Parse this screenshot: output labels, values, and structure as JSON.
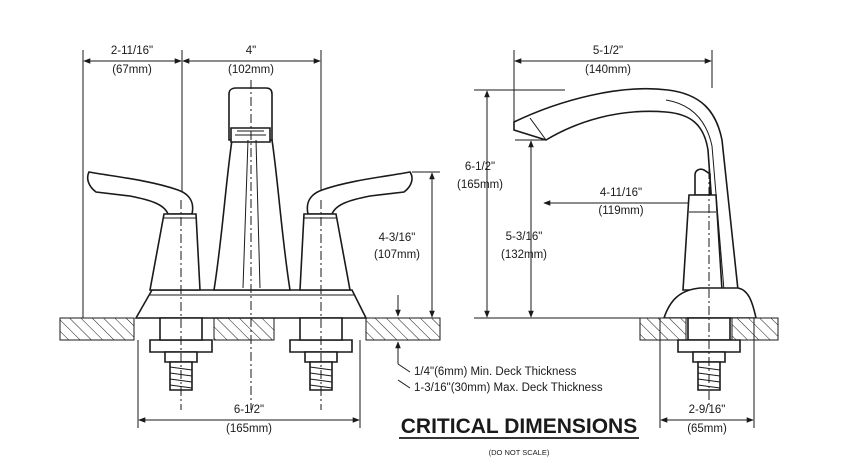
{
  "front_view": {
    "left_offset": {
      "imperial": "2-11/16\"",
      "metric": "(67mm)"
    },
    "spout_width": {
      "imperial": "4\"",
      "metric": "(102mm)"
    },
    "handle_height": {
      "imperial": "4-3/16\"",
      "metric": "(107mm)"
    },
    "overall_width": {
      "imperial": "6-1/2\"",
      "metric": "(165mm)"
    },
    "deck_min": "1/4\"(6mm) Min. Deck Thickness",
    "deck_max": "1-3/16\"(30mm) Max. Deck Thickness"
  },
  "side_view": {
    "spout_reach": {
      "imperial": "5-1/2\"",
      "metric": "(140mm)"
    },
    "overall_height": {
      "imperial": "6-1/2\"",
      "metric": "(165mm)"
    },
    "spout_to_center": {
      "imperial": "4-11/16\"",
      "metric": "(119mm)"
    },
    "spout_height": {
      "imperial": "5-3/16\"",
      "metric": "(132mm)"
    },
    "base_width": {
      "imperial": "2-9/16\"",
      "metric": "(65mm)"
    }
  },
  "title": "CRITICAL DIMENSIONS",
  "note": "(DO NOT SCALE)"
}
